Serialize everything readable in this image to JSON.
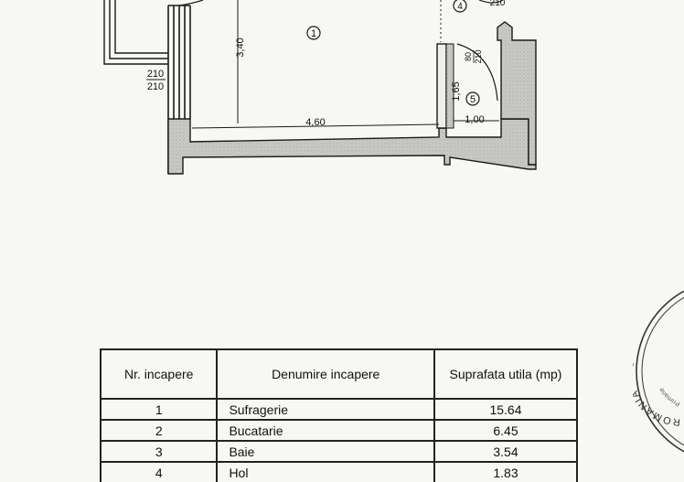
{
  "plan": {
    "room_marker_1": "1",
    "room_marker_4": "4",
    "room_marker_5": "5",
    "dim_height_main": "3,40",
    "dim_width_main": "4,60",
    "dim_width_small": "1,00",
    "dim_height_small": "1,65",
    "door_left_width": "210",
    "door_left_height": "210",
    "door_top_right_height": "210",
    "door_inner_width": "80",
    "door_inner_height": "210"
  },
  "table": {
    "headers": {
      "nr": "Nr. incapere",
      "name": "Denumire incapere",
      "area": "Suprafata utila (mp)"
    },
    "rows": [
      {
        "nr": "1",
        "name": "Sufragerie",
        "area": "15.64"
      },
      {
        "nr": "2",
        "name": "Bucatarie",
        "area": "6.45"
      },
      {
        "nr": "3",
        "name": "Baie",
        "area": "3.54"
      },
      {
        "nr": "4",
        "name": "Hol",
        "area": "1.83"
      }
    ]
  },
  "stamp": {
    "text": "ROMANIA · PU",
    "subtext": "Primarie",
    "colors": {
      "ink": "#333333"
    }
  },
  "colors": {
    "wall_fill": "#c9c9c6",
    "line": "#1a1a1a",
    "paper": "#f7f7f4"
  }
}
